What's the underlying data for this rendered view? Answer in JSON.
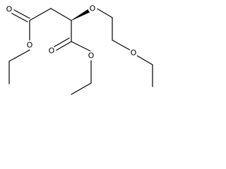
{
  "molecule": {
    "atoms": {
      "o_carbonyl_left": "O",
      "o_ester_left": "O",
      "o_ether_alpha": "O",
      "o_carbonyl_right": "O",
      "o_ester_right": "O",
      "o_ether_chain": "O"
    },
    "stereo_bond": "wedge",
    "colors": {
      "bond": "#000000",
      "background": "#ffffff"
    }
  }
}
